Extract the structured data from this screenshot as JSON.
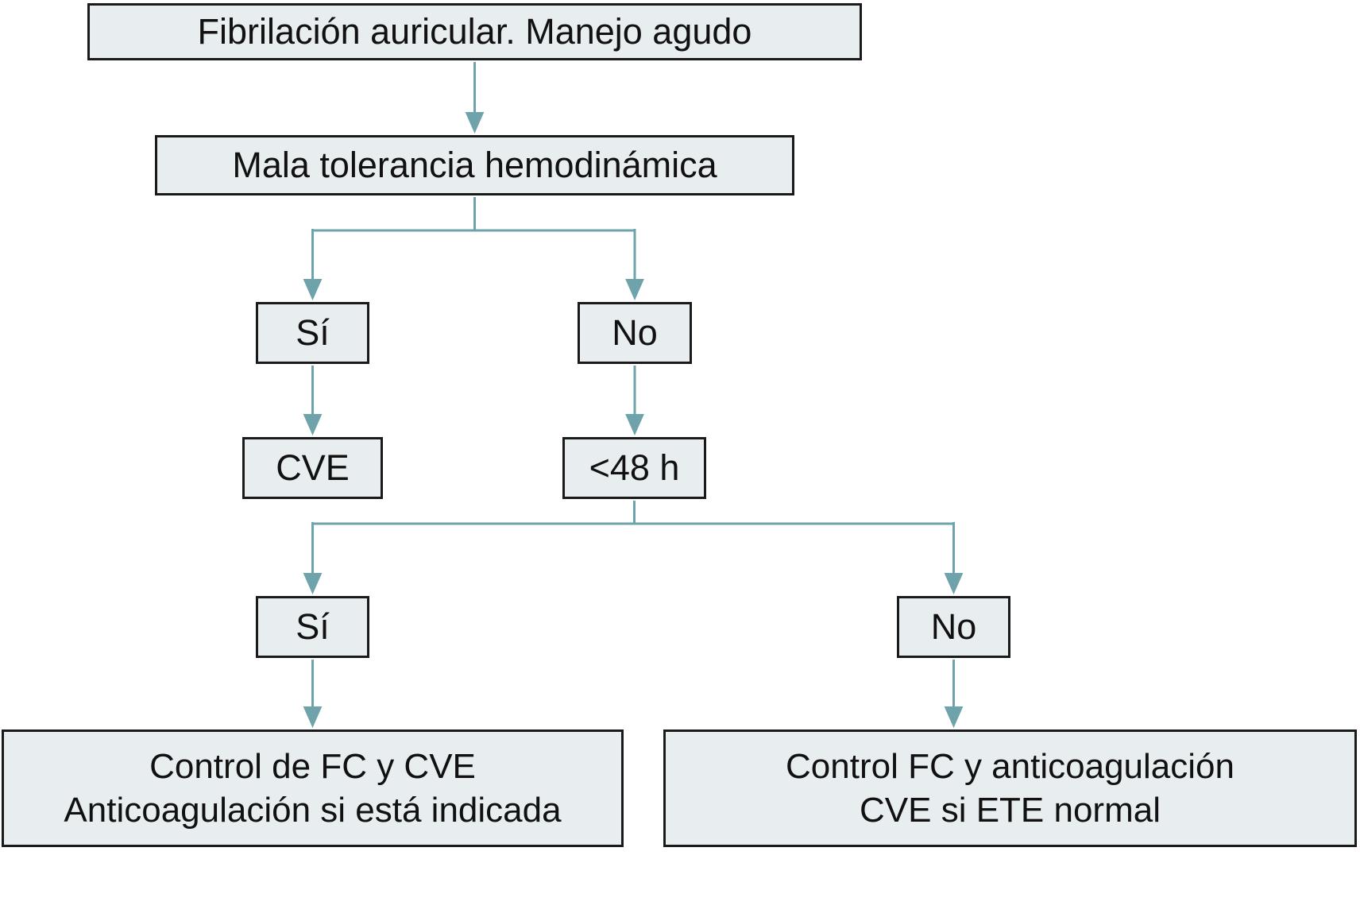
{
  "diagram": {
    "nodes": {
      "title": "Fibrilación auricular. Manejo agudo",
      "hemodynamic": "Mala tolerancia hemodinámica",
      "yes1": "Sí",
      "no1": "No",
      "cve": "CVE",
      "under48h": "<48 h",
      "yes2": "Sí",
      "no2": "No",
      "outcome_left": {
        "line1": "Control de FC y CVE",
        "line2": "Anticoagulación si está indicada"
      },
      "outcome_right": {
        "line1": "Control FC y anticoagulación",
        "line2": "CVE si ETE normal"
      }
    },
    "colors": {
      "box_fill": "#e8edf0",
      "box_border": "#1a1a1a",
      "arrow": "#6fa3ab",
      "text": "#111111",
      "background": "#ffffff"
    }
  }
}
